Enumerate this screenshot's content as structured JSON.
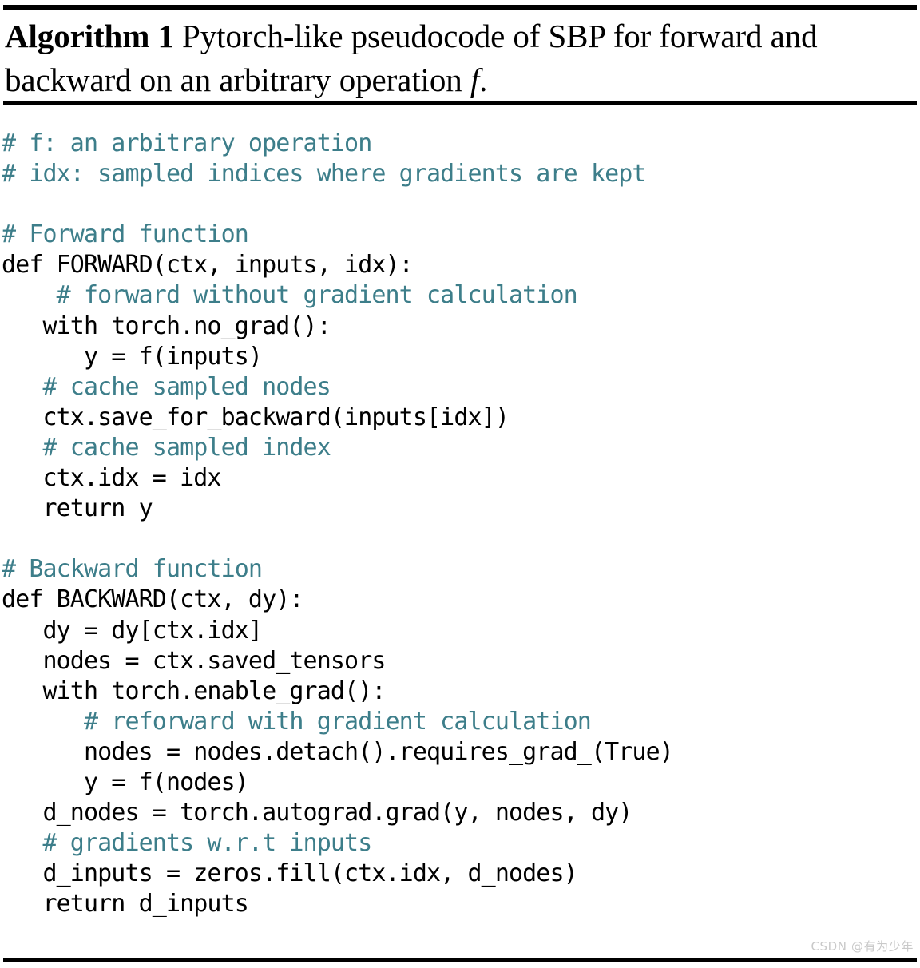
{
  "title": {
    "label_bold": "Algorithm 1",
    "text_before_f": " Pytorch-like pseudocode of SBP for forward and backward on an arbitrary operation ",
    "math_symbol": "f",
    "text_after_f": "."
  },
  "colors": {
    "comment": "#3d7e8a",
    "code": "#000000",
    "rule": "#000000",
    "background": "#ffffff",
    "watermark": "#c9c9c9"
  },
  "code": {
    "language": "python",
    "lines": [
      {
        "type": "comment",
        "text": "# f: an arbitrary operation"
      },
      {
        "type": "comment",
        "text": "# idx: sampled indices where gradients are kept"
      },
      {
        "type": "blank",
        "text": ""
      },
      {
        "type": "comment",
        "text": "# Forward function"
      },
      {
        "type": "code",
        "text": "def FORWARD(ctx, inputs, idx):"
      },
      {
        "type": "comment",
        "text": "    # forward without gradient calculation"
      },
      {
        "type": "code",
        "text": "   with torch.no_grad():"
      },
      {
        "type": "code",
        "text": "      y = f(inputs)"
      },
      {
        "type": "comment",
        "text": "   # cache sampled nodes"
      },
      {
        "type": "code",
        "text": "   ctx.save_for_backward(inputs[idx])"
      },
      {
        "type": "comment",
        "text": "   # cache sampled index"
      },
      {
        "type": "code",
        "text": "   ctx.idx = idx"
      },
      {
        "type": "code",
        "text": "   return y"
      },
      {
        "type": "blank",
        "text": ""
      },
      {
        "type": "comment",
        "text": "# Backward function"
      },
      {
        "type": "code",
        "text": "def BACKWARD(ctx, dy):"
      },
      {
        "type": "code",
        "text": "   dy = dy[ctx.idx]"
      },
      {
        "type": "code",
        "text": "   nodes = ctx.saved_tensors"
      },
      {
        "type": "code",
        "text": "   with torch.enable_grad():"
      },
      {
        "type": "comment",
        "text": "      # reforward with gradient calculation"
      },
      {
        "type": "code",
        "text": "      nodes = nodes.detach().requires_grad_(True)"
      },
      {
        "type": "code",
        "text": "      y = f(nodes)"
      },
      {
        "type": "code",
        "text": "   d_nodes = torch.autograd.grad(y, nodes, dy)"
      },
      {
        "type": "comment",
        "text": "   # gradients w.r.t inputs"
      },
      {
        "type": "code",
        "text": "   d_inputs = zeros.fill(ctx.idx, d_nodes)"
      },
      {
        "type": "code",
        "text": "   return d_inputs"
      }
    ]
  },
  "watermark": {
    "text": "CSDN @有为少年"
  }
}
